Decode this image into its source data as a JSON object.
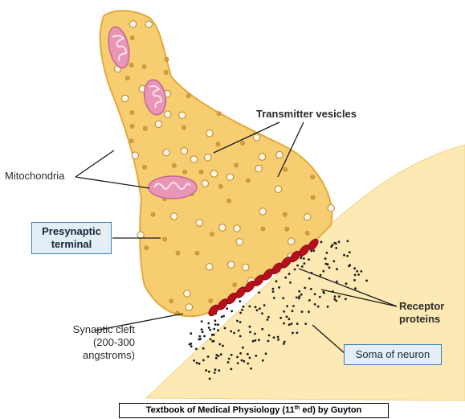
{
  "labels": {
    "transmitter_vesicles": "Transmitter vesicles",
    "mitochondria": "Mitochondria",
    "presynaptic_terminal": [
      "Presynaptic",
      "terminal"
    ],
    "synaptic_cleft": [
      "Synaptic cleft",
      "(200-300",
      "angstroms)"
    ],
    "receptor_proteins": [
      "Receptor",
      "proteins"
    ],
    "soma_of_neuron": "Soma of neuron"
  },
  "caption": {
    "before": "Textbook of Medical Physiology (11",
    "sup": "th",
    "after": " ed) by Guyton"
  },
  "colors": {
    "terminal_fill": "#f7cd72",
    "terminal_stroke": "#e3a93c",
    "soma_fill": "#fde9b3",
    "mitochondria": "#e895b6",
    "receptor": "#b80f1c",
    "label_box_bg": "#e4eef6",
    "label_box_border": "#3b7fb6"
  }
}
